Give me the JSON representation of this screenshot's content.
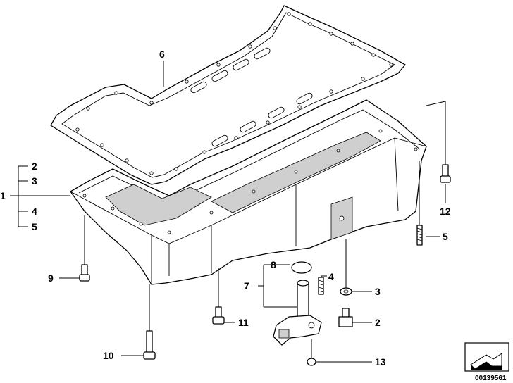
{
  "callouts": [
    {
      "key": "c1",
      "text": "1"
    },
    {
      "key": "c2a",
      "text": "2"
    },
    {
      "key": "c3a",
      "text": "3"
    },
    {
      "key": "c4a",
      "text": "4"
    },
    {
      "key": "c5a",
      "text": "5"
    },
    {
      "key": "c6",
      "text": "6"
    },
    {
      "key": "c12",
      "text": "12"
    },
    {
      "key": "c5b",
      "text": "5"
    },
    {
      "key": "c8",
      "text": "8"
    },
    {
      "key": "c7",
      "text": "7"
    },
    {
      "key": "c4b",
      "text": "4"
    },
    {
      "key": "c3b",
      "text": "3"
    },
    {
      "key": "c2b",
      "text": "2"
    },
    {
      "key": "c9",
      "text": "9"
    },
    {
      "key": "c11",
      "text": "11"
    },
    {
      "key": "c10",
      "text": "10"
    },
    {
      "key": "c13",
      "text": "13"
    }
  ],
  "document_id": "00139561",
  "icons": {
    "logo": "bmw-parts-arrow-icon"
  }
}
